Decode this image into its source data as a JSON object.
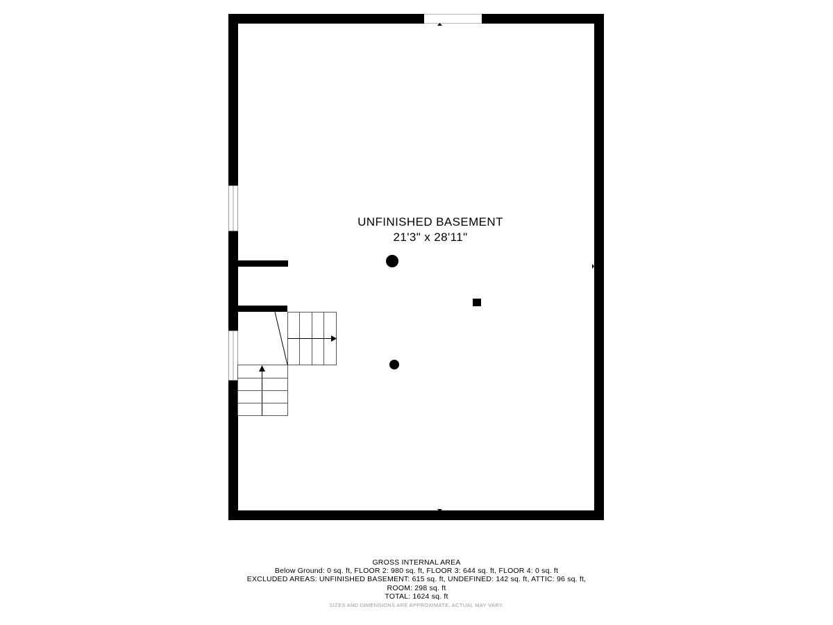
{
  "room": {
    "name": "UNFINISHED BASEMENT",
    "dimensions": "21'3\" x 28'11\""
  },
  "area_summary": {
    "heading": "GROSS INTERNAL AREA",
    "line1": "Below Ground: 0 sq. ft, FLOOR 2: 980 sq. ft, FLOOR 3: 644 sq. ft, FLOOR 4: 0 sq. ft",
    "line2": "EXCLUDED AREAS: UNFINISHED BASEMENT: 615 sq. ft, UNDEFINED: 142 sq. ft, ATTIC: 96 sq. ft,",
    "line3": "ROOM: 298 sq. ft",
    "total": "TOTAL: 1624 sq. ft",
    "disclaimer": "SIZES AND DIMENSIONS ARE APPROXIMATE, ACTUAL MAY VARY."
  },
  "colors": {
    "wall": "#000000",
    "window_frame": "#999999",
    "stair_line": "#555555",
    "background": "#ffffff"
  }
}
